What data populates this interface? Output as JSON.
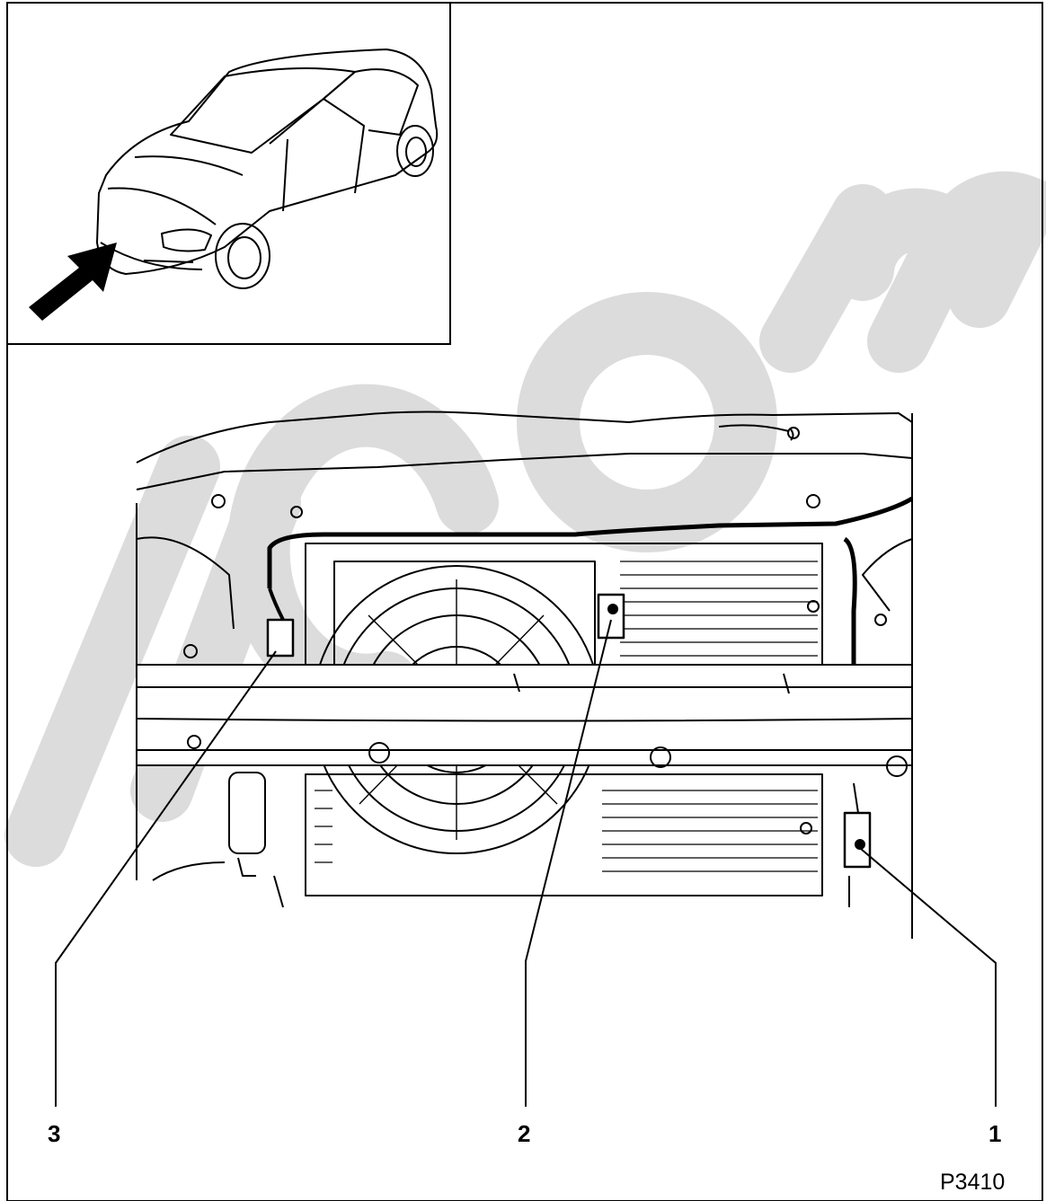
{
  "callouts": {
    "one": "1",
    "two": "2",
    "three": "3"
  },
  "figure_ref": "P3410",
  "colors": {
    "line": "#000000",
    "background": "#ffffff",
    "watermark": "#d9d9d9"
  }
}
